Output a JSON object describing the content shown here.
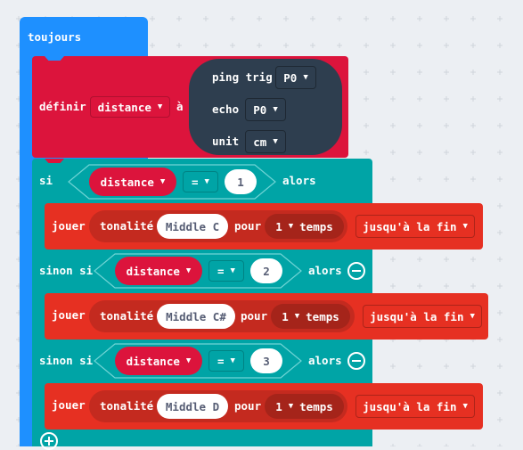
{
  "colors": {
    "canvas": "#eceff3",
    "basic_blue": "#1e90ff",
    "variables_red": "#dc143c",
    "sonar_dark": "#2e3e4f",
    "logic_teal": "#00a4a6",
    "music_orange": "#e63022",
    "music_dark": "#c42a1f"
  },
  "forever": {
    "label": "toujours"
  },
  "set_var": {
    "label": "définir",
    "variable": "distance",
    "to_label": "à",
    "ping": {
      "trig_label": "ping trig",
      "trig_pin": "P0",
      "echo_label": "echo",
      "echo_pin": "P0",
      "unit_label": "unit",
      "unit_value": "cm"
    }
  },
  "branches": [
    {
      "keyword": "si",
      "variable": "distance",
      "operator": "=",
      "value": "1",
      "then_label": "alors",
      "play": {
        "play_label": "jouer",
        "tone_label": "tonalité",
        "note": "Middle C",
        "for_label": "pour",
        "beats": "1",
        "beats_unit": "temps",
        "mode": "jusqu'à la fin"
      }
    },
    {
      "keyword": "sinon si",
      "variable": "distance",
      "operator": "=",
      "value": "2",
      "then_label": "alors",
      "play": {
        "play_label": "jouer",
        "tone_label": "tonalité",
        "note": "Middle C#",
        "for_label": "pour",
        "beats": "1",
        "beats_unit": "temps",
        "mode": "jusqu'à la fin"
      }
    },
    {
      "keyword": "sinon si",
      "variable": "distance",
      "operator": "=",
      "value": "3",
      "then_label": "alors",
      "play": {
        "play_label": "jouer",
        "tone_label": "tonalité",
        "note": "Middle D",
        "for_label": "pour",
        "beats": "1",
        "beats_unit": "temps",
        "mode": "jusqu'à la fin"
      }
    }
  ],
  "icons": {
    "dropdown": "caret-down-icon",
    "remove_branch": "minus-circle-icon",
    "add_branch": "plus-circle-icon"
  }
}
